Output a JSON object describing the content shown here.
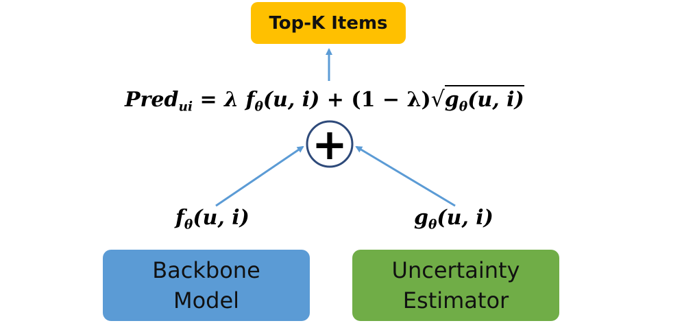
{
  "nodes": {
    "top_k": {
      "label": "Top-K Items",
      "color": "#FFC000"
    },
    "backbone": {
      "label": "Backbone\nModel",
      "color": "#5B9BD5"
    },
    "uncertainty": {
      "label": "Uncertainty\nEstimator",
      "color": "#70AD47"
    },
    "combine": {
      "symbol": "+",
      "border_color": "#2E4A7A"
    }
  },
  "formula": {
    "lhs": "Pred",
    "lhs_sub": "ui",
    "eq": " = ",
    "lambda1": "λ ",
    "f": "f",
    "f_sub": "θ",
    "f_args": "(u, i)",
    "plus": " + ",
    "coef": "(1 − λ)",
    "radical": "√",
    "g": "g",
    "g_sub": "θ",
    "g_args": "(u, i)"
  },
  "labels": {
    "f": {
      "name": "f",
      "sub": "θ",
      "args": "(u, i)"
    },
    "g": {
      "name": "g",
      "sub": "θ",
      "args": "(u, i)"
    }
  },
  "arrow_color": "#5B9BD5"
}
